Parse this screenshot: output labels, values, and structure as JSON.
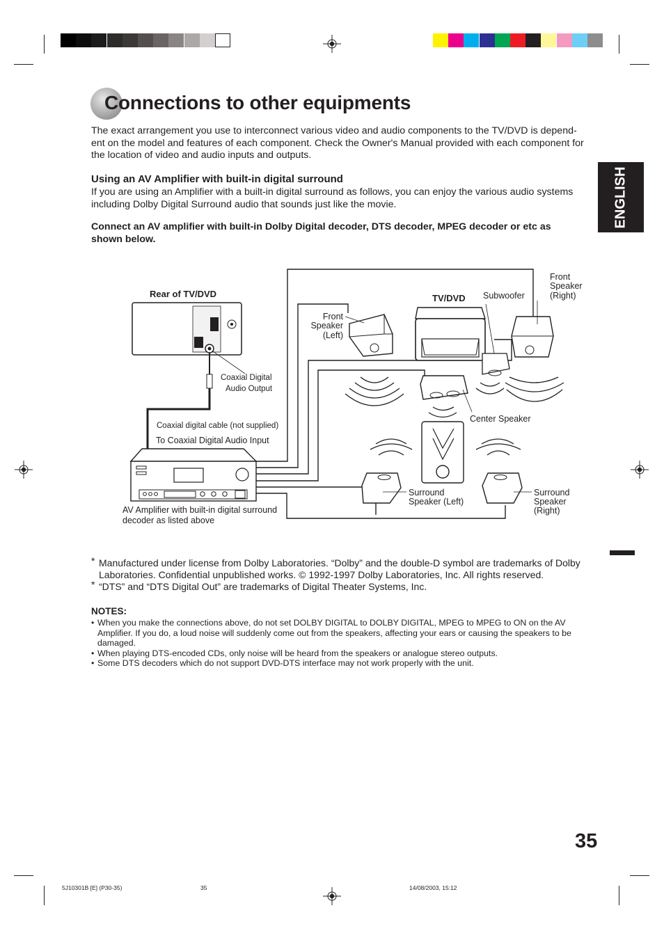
{
  "page_title": "Connections to other equipments",
  "intro": "The exact arrangement you use to interconnect various video and audio components to the TV/DVD is depend- ent on the model and features of each component. Check the Owner's Manual provided with each component for the location of video and audio inputs and outputs.",
  "section_heading": "Using an AV Amplifier with built-in digital surround",
  "section_text": "If you are using an Amplifier with a built-in digital surround as follows, you can enjoy the various audio systems including Dolby Digital Surround audio that sounds just like the movie.",
  "instruction": "Connect an AV amplifier with built-in Dolby Digital decoder, DTS decoder, MPEG decoder or etc as shown below.",
  "language_tab": "ENGLISH",
  "diagram": {
    "rear_label": "Rear of TV/DVD",
    "coax_output_line1": "Coaxial Digital",
    "coax_output_line2": "Audio Output",
    "cable_label": "Coaxial digital cable (not supplied)",
    "input_label": "To Coaxial Digital Audio Input",
    "amp_label_line1": "AV Amplifier with built-in digital surround",
    "amp_label_line2": "decoder as listed above",
    "tv_label": "TV/DVD",
    "subwoofer_label": "Subwoofer",
    "front_right_line1": "Front",
    "front_right_line2": "Speaker",
    "front_right_line3": "(Right)",
    "front_left_line1": "Front",
    "front_left_line2": "Speaker",
    "front_left_line3": "(Left)",
    "center_label": "Center Speaker",
    "surround_left_line1": "Surround",
    "surround_left_line2": "Speaker (Left)",
    "surround_right_line1": "Surround",
    "surround_right_line2": "Speaker",
    "surround_right_line3": "(Right)"
  },
  "trademarks": [
    "Manufactured under license from Dolby Laboratories. “Dolby” and the double-D symbol are trademarks of Dolby Laboratories. Confidential unpublished works. © 1992-1997 Dolby Laboratories, Inc. All rights reserved.",
    "“DTS” and “DTS Digital Out” are trademarks of Digital Theater Systems, Inc."
  ],
  "notes_heading": "NOTES:",
  "notes": [
    "When you make the connections above, do not set DOLBY DIGITAL to DOLBY DIGITAL, MPEG to MPEG to ON on the AV Amplifier. If you do, a loud noise will suddenly come out from the speakers, affecting your ears or causing the speakers to be damaged.",
    "When playing DTS-encoded CDs, only noise will be heard from the speakers or analogue stereo outputs.",
    "Some DTS decoders which do not support DVD-DTS interface may not work properly with the unit."
  ],
  "page_number": "35",
  "footer": {
    "code": "5J10301B [E] (P30-35)",
    "page": "35",
    "date": "14/08/2003, 15:12"
  },
  "colors": {
    "grayscale_bar": [
      "#000000",
      "#0d0d0d",
      "#1c1c1c",
      "#2e2b2b",
      "#3d3838",
      "#544e4e",
      "#6b6464",
      "#8a8484",
      "#ada8a8",
      "#d3cfcf",
      "#ffffff"
    ],
    "color_bar": [
      "#fff200",
      "#ec008c",
      "#00aeef",
      "#2e3192",
      "#00a651",
      "#ed1c24",
      "#231f20",
      "#fff799",
      "#f49ac1",
      "#6dcff6",
      "#8d8d8d"
    ]
  }
}
